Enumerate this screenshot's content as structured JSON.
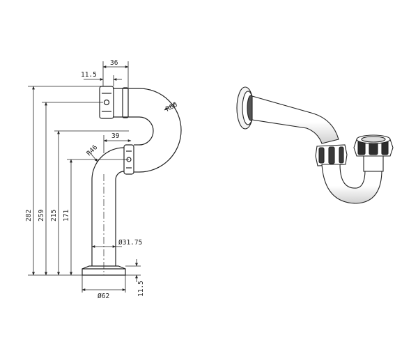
{
  "dimensions": {
    "d36": "36",
    "d11_5_top": "11.5",
    "r60": "R60",
    "d39": "39",
    "r46": "R46",
    "d282": "282",
    "d259": "259",
    "d215": "215",
    "d171": "171",
    "dia31_75": "Ø31.75",
    "dia62": "Ø62",
    "d11_5_bottom": "11.5"
  },
  "colors": {
    "line": "#222222",
    "metal_dark": "#444444",
    "metal_light": "#ffffff",
    "background": "#ffffff"
  }
}
